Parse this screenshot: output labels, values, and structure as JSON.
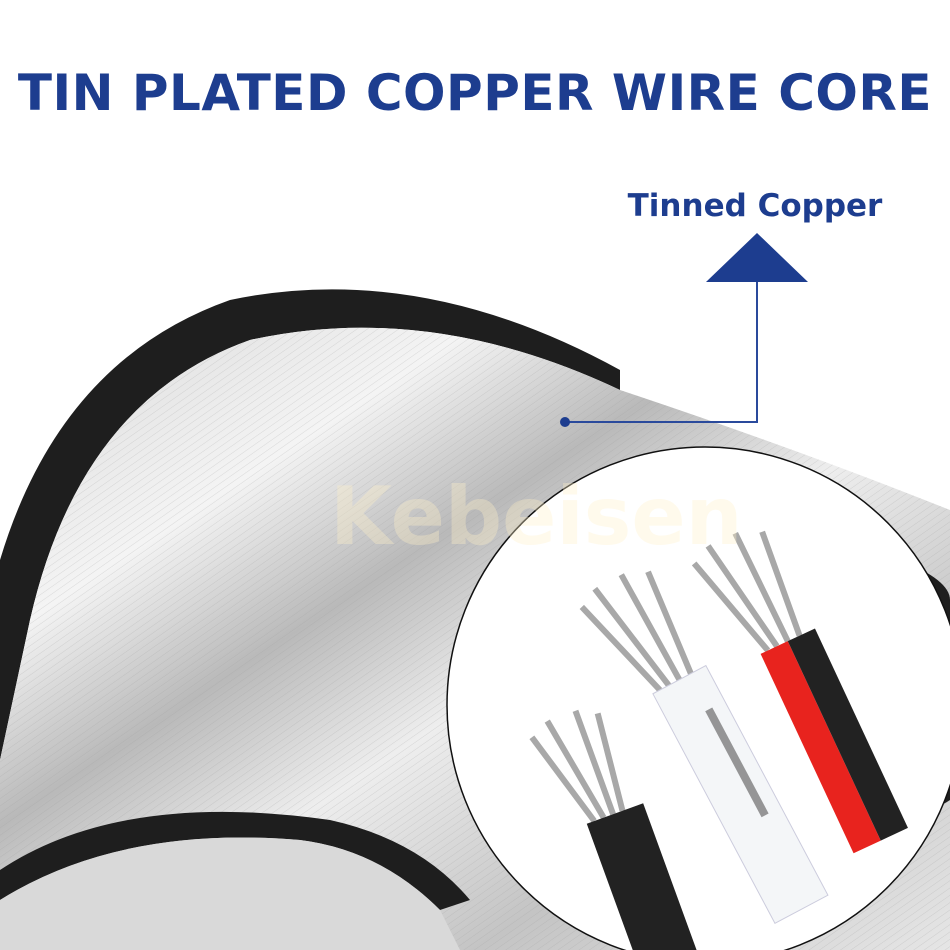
{
  "title": "TIN PLATED COPPER WIRE CORE",
  "callout": {
    "label": "Tinned Copper",
    "accent_color": "#1d3d8f"
  },
  "watermark": "Kebeisen",
  "inset": {
    "cable_colors": [
      "#222222",
      "#f4f6f8",
      "#e8231e"
    ]
  }
}
